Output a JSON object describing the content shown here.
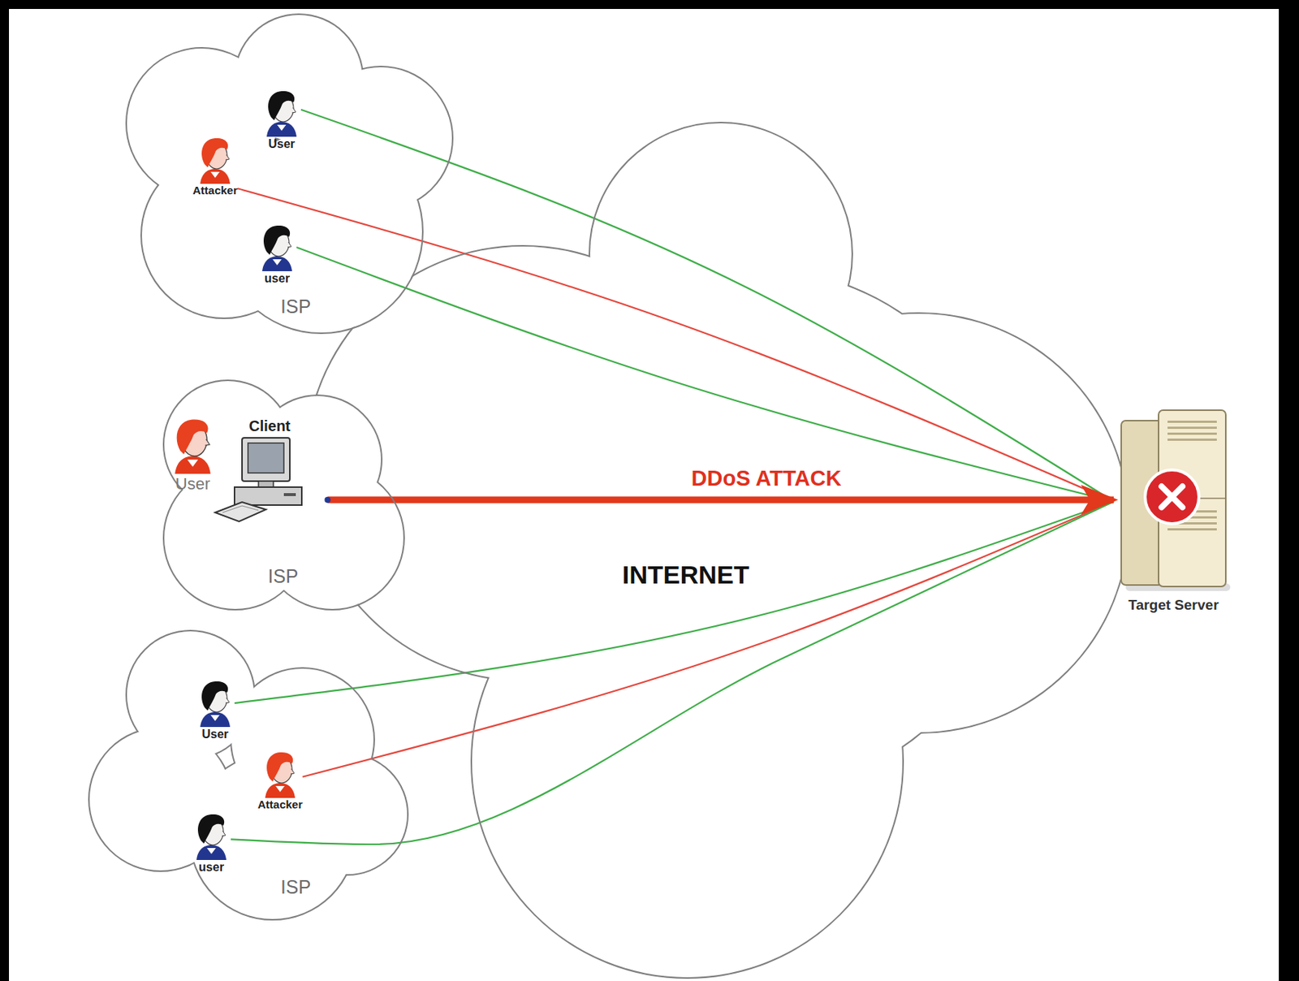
{
  "diagram": {
    "nodes": [
      {
        "text": [
          "ISP"
        ]
      },
      {
        "text": [
          "User"
        ],
        "in": 0
      },
      {
        "text": [
          "Attacker"
        ],
        "in": 0
      },
      {
        "text": [
          "user"
        ],
        "in": 0
      },
      {
        "text": [
          "ISP"
        ]
      },
      {
        "text": [
          "User"
        ],
        "in": 4
      },
      {
        "text": [
          "Client"
        ],
        "in": 4
      },
      {
        "text": [
          "ISP"
        ]
      },
      {
        "text": [
          "User"
        ],
        "in": 7
      },
      {
        "text": [
          "Attacker"
        ],
        "in": 7
      },
      {
        "text": [
          "user"
        ],
        "in": 7
      },
      {
        "text": [
          "INTERNET"
        ]
      },
      {
        "text": [
          "Target Server"
        ]
      }
    ],
    "edges": [
      {
        "from": 1,
        "to": 12,
        "arrow": "none"
      },
      {
        "from": 2,
        "to": 12,
        "arrow": "none"
      },
      {
        "from": 3,
        "to": 12,
        "arrow": "none"
      },
      {
        "from": 6,
        "to": 12,
        "arrow": "to",
        "label": "DDoS ATTACK"
      },
      {
        "from": 8,
        "to": 12,
        "arrow": "none"
      },
      {
        "from": 9,
        "to": 12,
        "arrow": "none"
      },
      {
        "from": 10,
        "to": 12,
        "arrow": "none"
      }
    ]
  }
}
